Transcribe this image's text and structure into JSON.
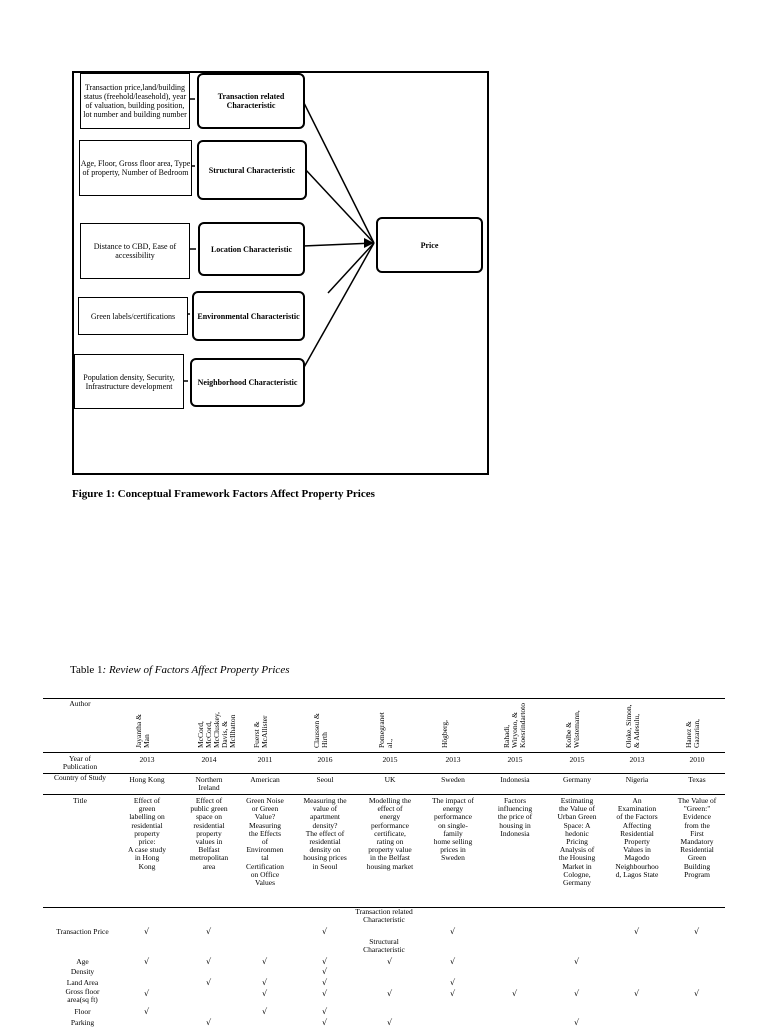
{
  "diagram": {
    "factors": [
      {
        "detail": "Transaction price,land/building status (freehold/leasehold), year of valuation, building position, lot number and building number",
        "label": "Transaction related Characteristic"
      },
      {
        "detail": "Age, Floor, Gross floor area, Type of property, Number of Bedroom",
        "label": "Structural Characteristic"
      },
      {
        "detail": "Distance to CBD, Ease of accessibility",
        "label": "Location Characteristic"
      },
      {
        "detail": "Green labels/certifications",
        "label": "Environmental Characteristic"
      },
      {
        "detail": "Population density, Security, Infrastructure development",
        "label": "Neighborhood Characteristic"
      }
    ],
    "outcome": "Price"
  },
  "figure_caption": "Figure 1: Conceptual Framework Factors Affect Property Prices",
  "table_caption": {
    "prefix": "Table 1",
    "title": ": Review of Factors Affect Property Prices"
  },
  "table": {
    "author_header": "Author",
    "authors": [
      "Jayantha &\nMan",
      "McCord,\nMcCord,\nMcCluskey,\nDavis, &\nMcIlhatton",
      "Fuerst &\nMcAllister",
      "Claussen &\nHirth",
      "Pomegranet\nal.,",
      "Högberg,",
      "Rahadi,\nWiryono, &\nKoesrindartoto",
      "Kolbe &\nWüstemann,",
      "Oloke, Simon,\n& Adesulu,",
      "Hanez &\nGazarian,"
    ],
    "year_header": "Year of\nPublication",
    "years": [
      "2013",
      "2014",
      "2011",
      "2016",
      "2015",
      "2013",
      "2015",
      "2015",
      "2013",
      "2010"
    ],
    "country_header": "Country of Study",
    "countries": [
      "Hong Kong",
      "Northern\nIreland",
      "American",
      "Seoul",
      "UK",
      "Sweden",
      "Indonesia",
      "Germany",
      "Nigeria",
      "Texas"
    ],
    "title_header": "Title",
    "titles": [
      "Effect of\ngreen\nlabelling on\nresidential\nproperty\nprice:\nA case study\nin Hong\nKong",
      "Effect of\npublic green\nspace on\nresidential\nproperty\nvalues in\nBelfast\nmetropolitan\narea",
      "Green Noise\nor Green\nValue?\nMeasuring\nthe Effects\nof\nEnvironmen\ntal\nCertification\non Office\nValues",
      "Measuring the\nvalue of\napartment\ndensity?\nThe effect of\nresidential\ndensity on\nhousing prices\nin Seoul",
      "Modelling the\neffect of\nenergy\nperformance\ncertificate,\nrating on\nproperty value\nin the Belfast\nhousing market",
      "The impact of\nenergy\nperformance\non single-\nfamily\nhome selling\nprices in\nSweden",
      "Factors\ninfluencing\nthe price of\nhousing in\nIndonesia",
      "Estimating\nthe Value of\nUrban Green\nSpace: A\nhedonic\nPricing\nAnalysis of\nthe Housing\nMarket in\nCologne,\nGermany",
      "An\nExamination\nof the Factors\nAffecting\nResidential\nProperty\nValues in\nMagodo\nNeighbourhoo\nd, Lagos State",
      "The Value of\n\"Green:\"\nEvidence\nfrom the\nFirst\nMandatory\nResidential\nGreen\nBuilding\nProgram"
    ],
    "section_transaction": "Transaction related\nCharacteristic",
    "section_structural": "Structural\nCharacteristic",
    "check_mark": "√",
    "rows": [
      {
        "label": "Transaction Price",
        "checks": [
          1,
          1,
          0,
          1,
          0,
          1,
          0,
          0,
          1,
          1
        ]
      },
      {
        "label": "Age",
        "checks": [
          1,
          1,
          1,
          1,
          1,
          1,
          0,
          1,
          0,
          0
        ]
      },
      {
        "label": "Density",
        "checks": [
          0,
          0,
          0,
          1,
          0,
          0,
          0,
          0,
          0,
          0
        ]
      },
      {
        "label": "Land Area",
        "checks": [
          0,
          1,
          1,
          1,
          0,
          1,
          0,
          0,
          0,
          0
        ]
      },
      {
        "label": "Gross floor\narea(sq ft)",
        "checks": [
          1,
          0,
          1,
          1,
          1,
          1,
          1,
          1,
          1,
          1
        ]
      },
      {
        "label": "Floor",
        "checks": [
          1,
          0,
          1,
          1,
          0,
          0,
          0,
          0,
          0,
          0
        ]
      },
      {
        "label": "Parking",
        "checks": [
          0,
          1,
          0,
          1,
          1,
          0,
          0,
          1,
          0,
          0
        ]
      }
    ]
  }
}
